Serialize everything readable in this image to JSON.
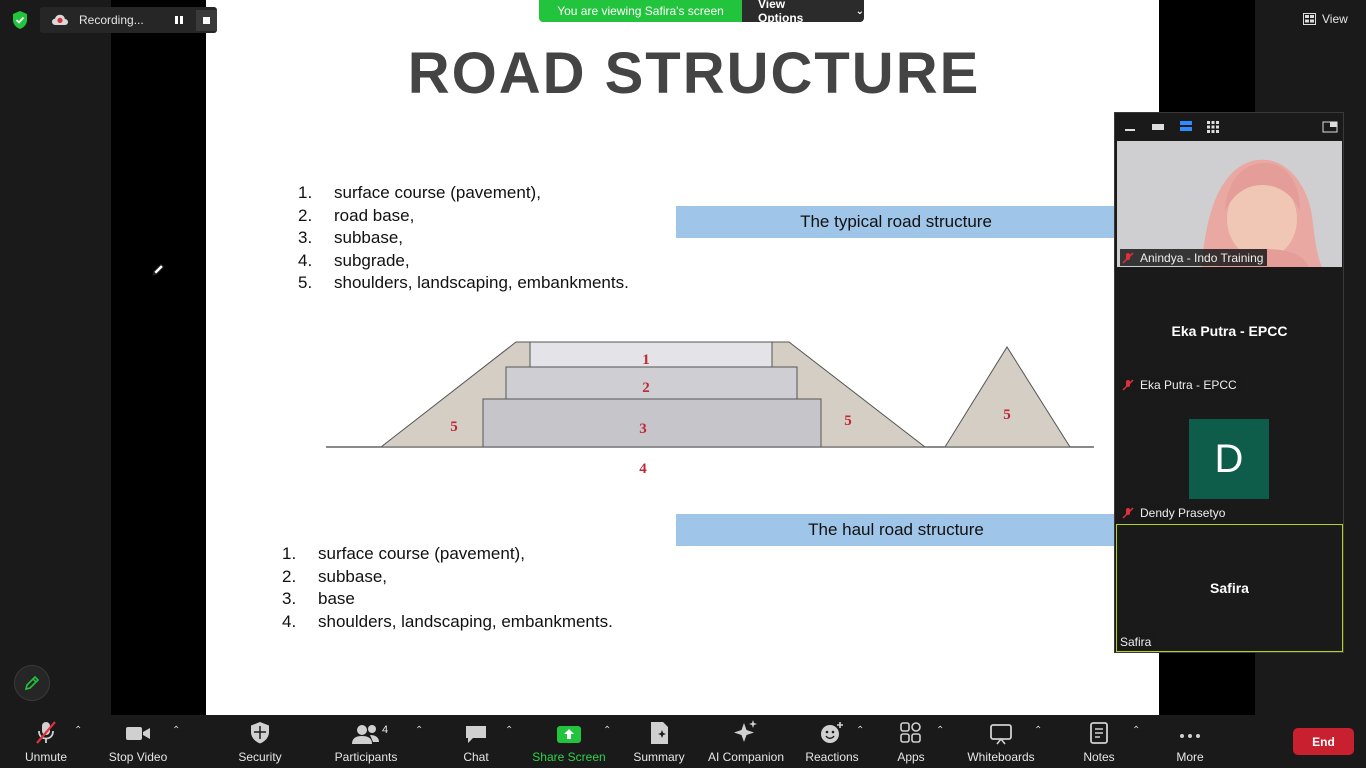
{
  "recording": {
    "label": "Recording..."
  },
  "banner": {
    "viewing_text": "You are viewing Safira's screen",
    "view_options": "View Options"
  },
  "top_right": {
    "view_label": "View"
  },
  "slide": {
    "title": "ROAD STRUCTURE",
    "typical_list": [
      {
        "num": "1.",
        "text": "surface course (pavement),"
      },
      {
        "num": "2.",
        "text": "road base,"
      },
      {
        "num": "3.",
        "text": "subbase,"
      },
      {
        "num": "4.",
        "text": "subgrade,"
      },
      {
        "num": "5.",
        "text": "shoulders, landscaping, embankments."
      }
    ],
    "typical_band": "The typical road structure",
    "haul_band": "The haul road structure",
    "haul_list": [
      {
        "num": "1.",
        "text": "surface course (pavement),"
      },
      {
        "num": "2.",
        "text": "subbase,"
      },
      {
        "num": "3.",
        "text": "base"
      },
      {
        "num": "4.",
        "text": "shoulders, landscaping, embankments."
      }
    ],
    "diagram_labels": {
      "l1": "1",
      "l2": "2",
      "l3": "3",
      "l4": "4",
      "l5a": "5",
      "l5b": "5",
      "l5c": "5"
    }
  },
  "participants": [
    {
      "name": "Anindya - Indo Training",
      "muted": true
    },
    {
      "name": "Eka Putra - EPCC",
      "muted": true,
      "center_name": "Eka Putra - EPCC"
    },
    {
      "name": "Dendy Prasetyo",
      "muted": true,
      "avatar_letter": "D"
    },
    {
      "name": "Safira",
      "muted": false,
      "center_name": "Safira"
    }
  ],
  "toolbar": {
    "unmute": "Unmute",
    "stop_video": "Stop Video",
    "security": "Security",
    "participants": "Participants",
    "participants_count": "4",
    "chat": "Chat",
    "share_screen": "Share Screen",
    "summary": "Summary",
    "ai_companion": "AI Companion",
    "reactions": "Reactions",
    "apps": "Apps",
    "whiteboards": "Whiteboards",
    "notes": "Notes",
    "more": "More",
    "end": "End"
  },
  "colors": {
    "share_green": "#23c43d",
    "end_red": "#c9202f",
    "active_speaker": "#b0d31c",
    "band_blue": "#9fc5e8",
    "avatar_bg": "#0e5c4a"
  }
}
